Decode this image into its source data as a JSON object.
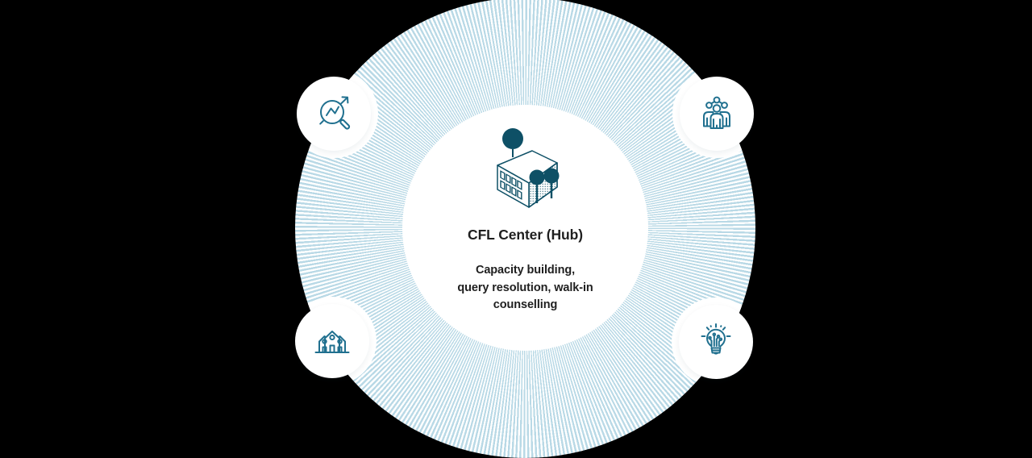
{
  "diagram": {
    "type": "hub-and-spoke",
    "center": {
      "icon": "cfl-center-building-icon",
      "title": "CFL Center (Hub)",
      "description_lines": [
        "Capacity building,",
        "query resolution, walk-in",
        "counselling"
      ]
    },
    "nodes": [
      {
        "position": "top-left",
        "icon": "trend-magnifier-icon"
      },
      {
        "position": "top-right",
        "icon": "people-group-icon"
      },
      {
        "position": "bottom-left",
        "icon": "houses-icon"
      },
      {
        "position": "bottom-right",
        "icon": "lightbulb-circuit-icon"
      }
    ],
    "colors": {
      "background": "#000000",
      "rays": "#b9d9e6",
      "circle_fill": "#ffffff",
      "icon_stroke": "#20708f",
      "building_teal": "#0e5066",
      "text": "#1f1f1f"
    }
  }
}
